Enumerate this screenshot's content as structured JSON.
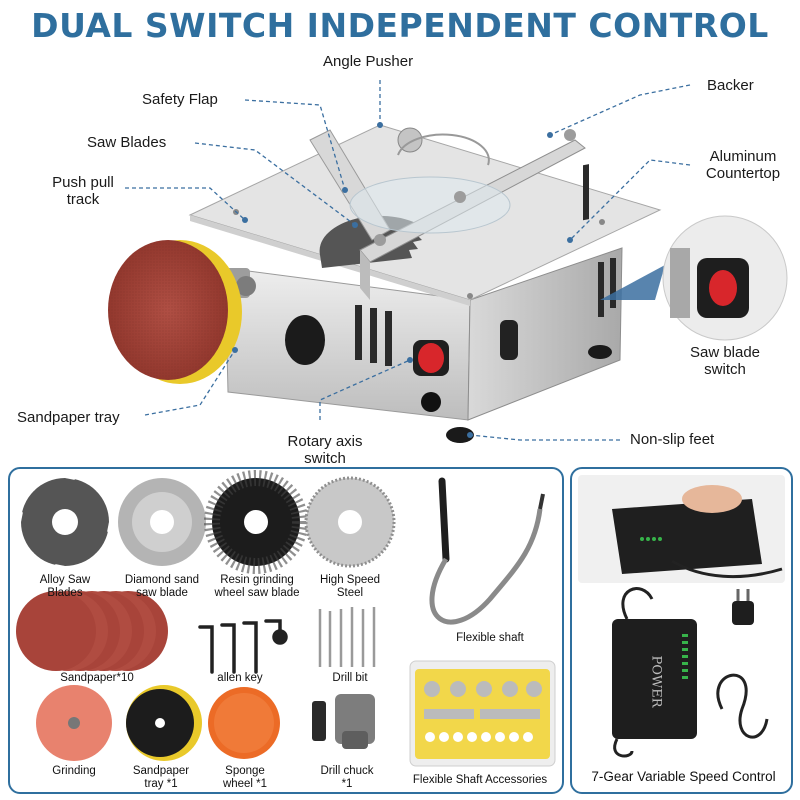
{
  "title": "DUAL SWITCH INDEPENDENT CONTROL",
  "callouts": {
    "angle_pusher": "Angle Pusher",
    "safety_flap": "Safety Flap",
    "saw_blades": "Saw Blades",
    "push_pull_track_1": "Push pull",
    "push_pull_track_2": "track",
    "backer": "Backer",
    "countertop_1": "Aluminum",
    "countertop_2": "Countertop",
    "saw_switch_1": "Saw blade",
    "saw_switch_2": "switch",
    "sandpaper_tray": "Sandpaper tray",
    "rotary_switch_1": "Rotary axis",
    "rotary_switch_2": "switch",
    "non_slip_feet": "Non-slip feet"
  },
  "accessories": [
    {
      "l1": "Alloy Saw",
      "l2": "Blades"
    },
    {
      "l1": "Diamond sand",
      "l2": "saw blade"
    },
    {
      "l1": "Resin grinding",
      "l2": "wheel saw blade"
    },
    {
      "l1": "High Speed",
      "l2": "Steel"
    },
    {
      "l1": "Flexible shaft",
      "l2": ""
    },
    {
      "l1": "Sandpaper*10",
      "l2": ""
    },
    {
      "l1": "allen key",
      "l2": ""
    },
    {
      "l1": "Drill bit",
      "l2": ""
    },
    {
      "l1": "Grinding",
      "l2": ""
    },
    {
      "l1": "Sandpaper",
      "l2": "tray *1"
    },
    {
      "l1": "Sponge",
      "l2": "wheel *1"
    },
    {
      "l1": "Drill chuck",
      "l2": "*1"
    },
    {
      "l1": "Flexible Shaft Accessories",
      "l2": ""
    }
  ],
  "power_label": "7-Gear Variable Speed Control",
  "adapter_brand": "POWER",
  "colors": {
    "title": "#2f6f9e",
    "switch_red": "#d8262b",
    "sandpaper": "#a8443a",
    "tray_yellow": "#e9c92a",
    "sponge_orange": "#ec6b26"
  }
}
